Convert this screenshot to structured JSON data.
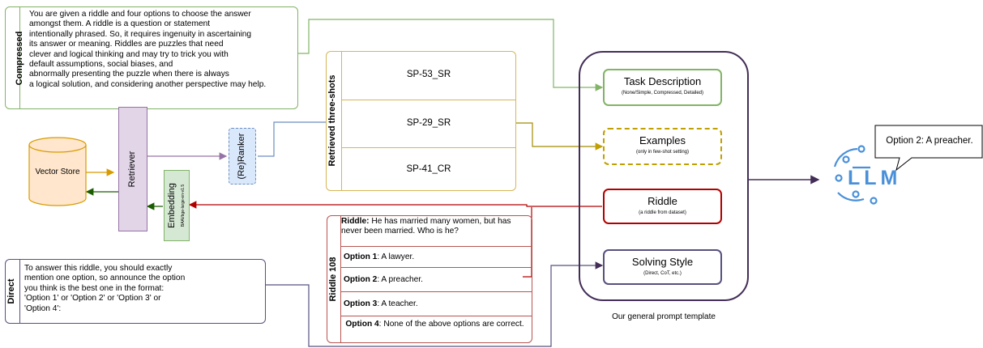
{
  "compressed": {
    "label": "Compressed",
    "text": "You are given a riddle and four options to choose the answer\namongst them. A riddle is a question or statement\nintentionally phrased. So, it requires ingenuity in ascertaining\nits answer or meaning. Riddles are puzzles that need\nclever and logical thinking and may try to trick you with\ndefault assumptions, social biases, and\nabnormally presenting the puzzle when there is always\na logical solution, and considering another perspective may help."
  },
  "direct": {
    "label": "Direct",
    "text": "To answer this riddle, you should exactly\nmention one option, so announce the option\nyou think is the best one in the format:\n'Option 1' or 'Option 2' or 'Option 3' or\n'Option 4':"
  },
  "vector_store": {
    "label": "Vector Store"
  },
  "retriever": {
    "label": "Retriever"
  },
  "embedding": {
    "label": "Embedding",
    "sub": "BAAI/bge-large-en-v1.5"
  },
  "reranker": {
    "label": "(Re)Ranker"
  },
  "shots": {
    "label": "Retrieved three-shots",
    "items": [
      "SP-53_SR",
      "SP-29_SR",
      "SP-41_CR"
    ]
  },
  "riddle": {
    "label": "Riddle 108",
    "question_label": "Riddle:",
    "question": "He has married many women, but has never been married. Who is he?",
    "options": [
      {
        "label": "Option 1",
        "text": ": A lawyer."
      },
      {
        "label": "Option 2",
        "text": ": A preacher."
      },
      {
        "label": "Option 3",
        "text": ": A teacher."
      },
      {
        "label": "Option 4",
        "text": ": None of the above options are correct."
      }
    ]
  },
  "template": {
    "caption": "Our general prompt template",
    "task": {
      "title": "Task Description",
      "sub": "(None/Simple, Compressed, Detailed)"
    },
    "examples": {
      "title": "Examples",
      "sub": "(only in few-shot setting)"
    },
    "riddle": {
      "title": "Riddle",
      "sub": "(a riddle from dataset)"
    },
    "style": {
      "title": "Solving Style",
      "sub": "(Direct, CoT, etc.)"
    }
  },
  "llm": {
    "label": "LLM",
    "answer": "Option 2: A preacher."
  },
  "colors": {
    "green": "#82b366",
    "green_fill": "#d5e8d4",
    "orange": "#d79b00",
    "orange_fill": "#ffe6cc",
    "purple": "#9673a6",
    "purple_fill": "#e1d5e7",
    "blue": "#6c8ebf",
    "blue_fill": "#dae8fc",
    "olive": "#d6b656",
    "gold": "#c0a000",
    "red": "#b20000",
    "riddle_border": "#b85450",
    "navy": "#56517e",
    "dark_purple": "#432d57",
    "llm": "#4a90d9"
  }
}
